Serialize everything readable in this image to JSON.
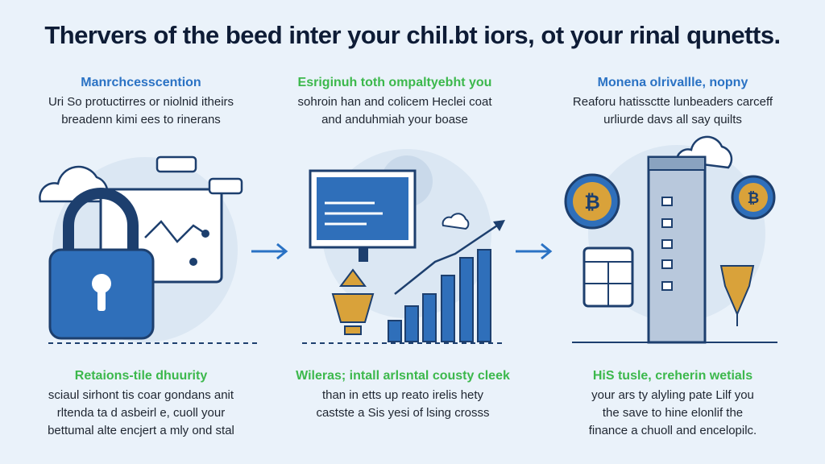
{
  "title": "Thervers of the beed inter your chil.bt iors, ot your rinal qunetts.",
  "top_sections": [
    {
      "heading": "Manrchcesscention",
      "lines": [
        "Uri So protuctirres or niolnid itheirs",
        "breadenn kimi ees to rinerans"
      ]
    },
    {
      "heading": "Esriginuh toth ompaltyebht you",
      "lines": [
        "sohroin han and colicem Heclei coat",
        "and anduhmiah your boase"
      ]
    },
    {
      "heading": "Monena olrivallle, nopny",
      "lines": [
        "Reaforu hatissctte lunbeaders carceff",
        "urliurde davs all say quilts"
      ]
    }
  ],
  "bottom_sections": [
    {
      "heading": "Retaions-tile dhuurity",
      "lines": [
        "sciaul sirhont tis coar gondans anit",
        "rltenda ta d asbeirl e, cuoll your",
        "bettumal alte encjert a mly ond stal"
      ]
    },
    {
      "heading": "Wileras; intall arlsntal cousty cleek",
      "lines": [
        "than in etts up reato irelis hety",
        "castste a Sis yesi of lsing crosss"
      ]
    },
    {
      "heading": "HiS tusle, creherin wetials",
      "lines": [
        "your ars ty alyling pate Lilf you",
        "the save to hine elonlif the",
        "finance a chuoll and encelopilc."
      ]
    }
  ],
  "colors": {
    "blue": "#2a72c4",
    "green": "#3cb84c",
    "navy": "#1d3f6e",
    "gold": "#d9a23a"
  }
}
